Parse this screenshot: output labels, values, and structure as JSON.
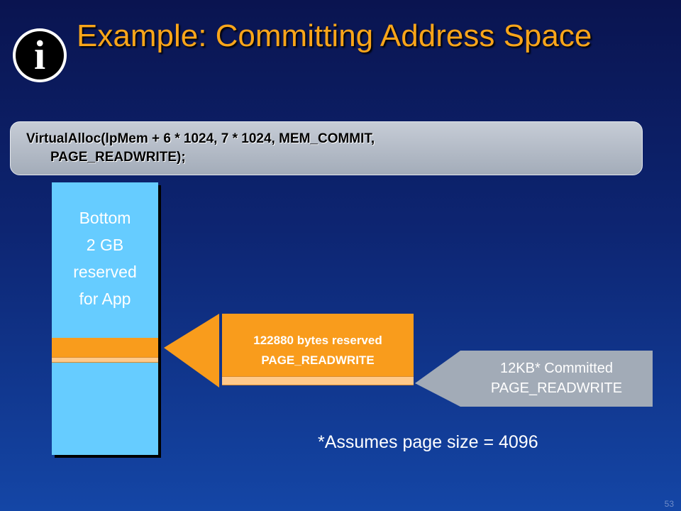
{
  "slide": {
    "title": "Example: Committing Address Space",
    "code_line1": "VirtualAlloc(lpMem + 6 * 1024, 7 * 1024, MEM_COMMIT,",
    "code_line2": "PAGE_READWRITE);",
    "page_number": "53"
  },
  "diagram": {
    "memory_label_lines": [
      "Bottom",
      "2 GB",
      "reserved",
      "for App"
    ],
    "reserved_line1": "122880 bytes reserved",
    "reserved_line2": "PAGE_READWRITE",
    "committed_line1": "12KB* Committed",
    "committed_line2": "PAGE_READWRITE",
    "footnote": "*Assumes page size = 4096"
  },
  "icons": {
    "info": "info-icon",
    "info_glyph": "i"
  },
  "colors": {
    "title": "#f9a51a",
    "memory": "#66ccff",
    "reserved": "#f99c1c",
    "reserved_strip": "#ffc98a",
    "committed": "#a2abb7"
  }
}
